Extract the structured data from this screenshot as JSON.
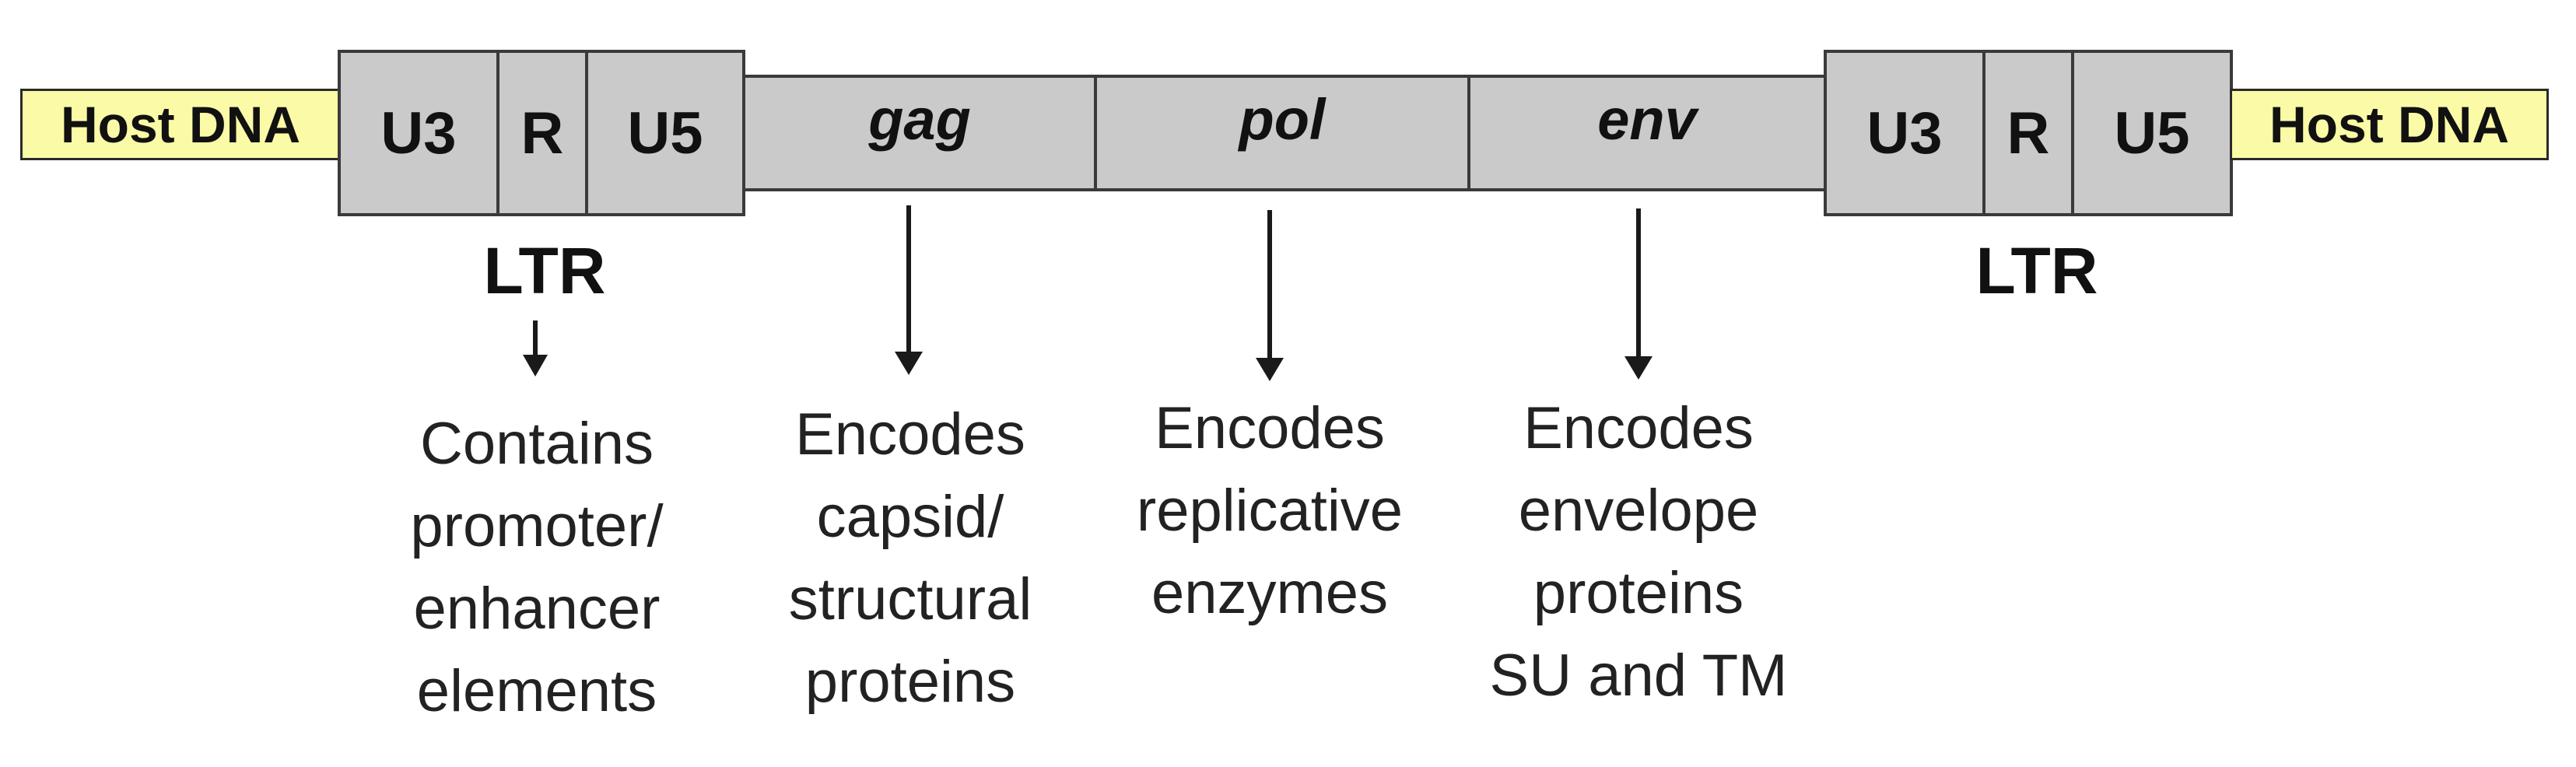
{
  "host_left": "Host DNA",
  "host_right": "Host DNA",
  "ltr_left": {
    "u3": "U3",
    "r": "R",
    "u5": "U5",
    "label": "LTR"
  },
  "ltr_right": {
    "u3": "U3",
    "r": "R",
    "u5": "U5",
    "label": "LTR"
  },
  "genes": {
    "gag": "gag",
    "pol": "pol",
    "env": "env"
  },
  "descriptions": {
    "ltr": [
      "Contains",
      "promoter/",
      "enhancer",
      "elements"
    ],
    "gag": [
      "Encodes",
      "capsid/",
      "structural",
      "proteins"
    ],
    "pol": [
      "Encodes",
      "replicative",
      "enzymes"
    ],
    "env": [
      "Encodes",
      "envelope",
      "proteins",
      "SU and TM"
    ]
  }
}
